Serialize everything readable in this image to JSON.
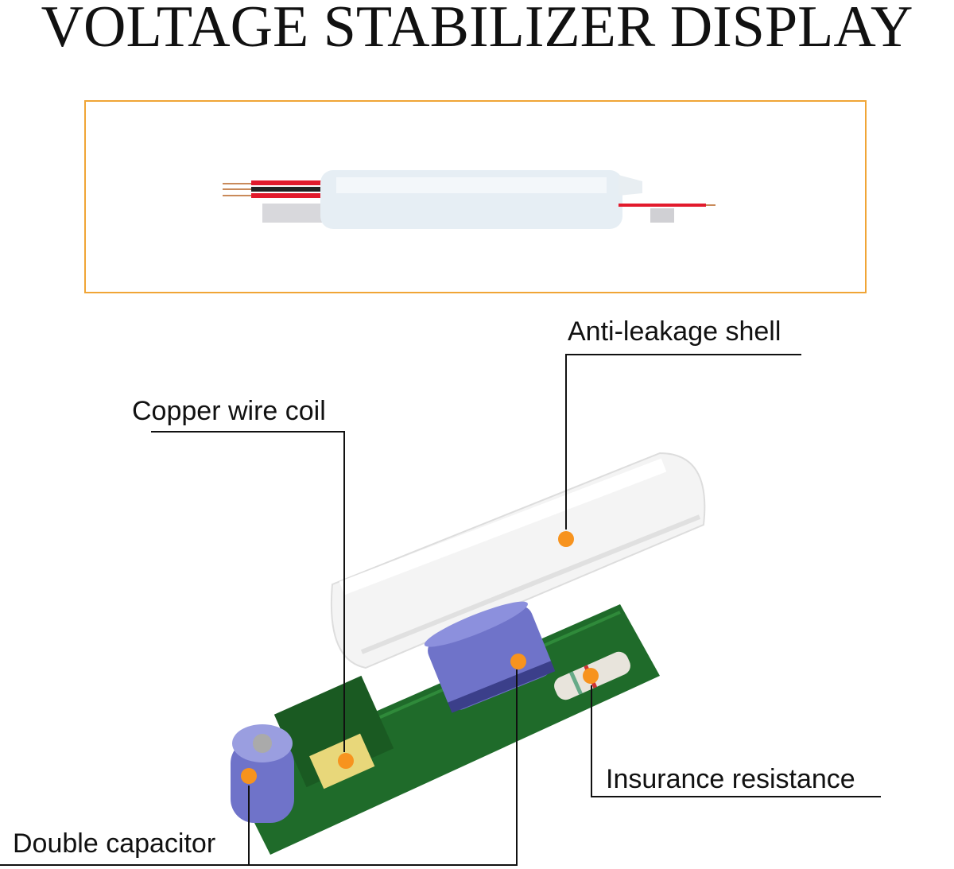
{
  "title": "VOLTAGE STABILIZER DISPLAY",
  "colors": {
    "accent_orange": "#f0a536",
    "dot_orange": "#f7931e",
    "pcb_green": "#1f6b2a",
    "capacitor_blue": "#6f73c9"
  },
  "callouts": [
    {
      "label": "Anti-leakage shell"
    },
    {
      "label": "Copper wire coil"
    },
    {
      "label": "Insurance resistance"
    },
    {
      "label": "Double capacitor"
    }
  ]
}
